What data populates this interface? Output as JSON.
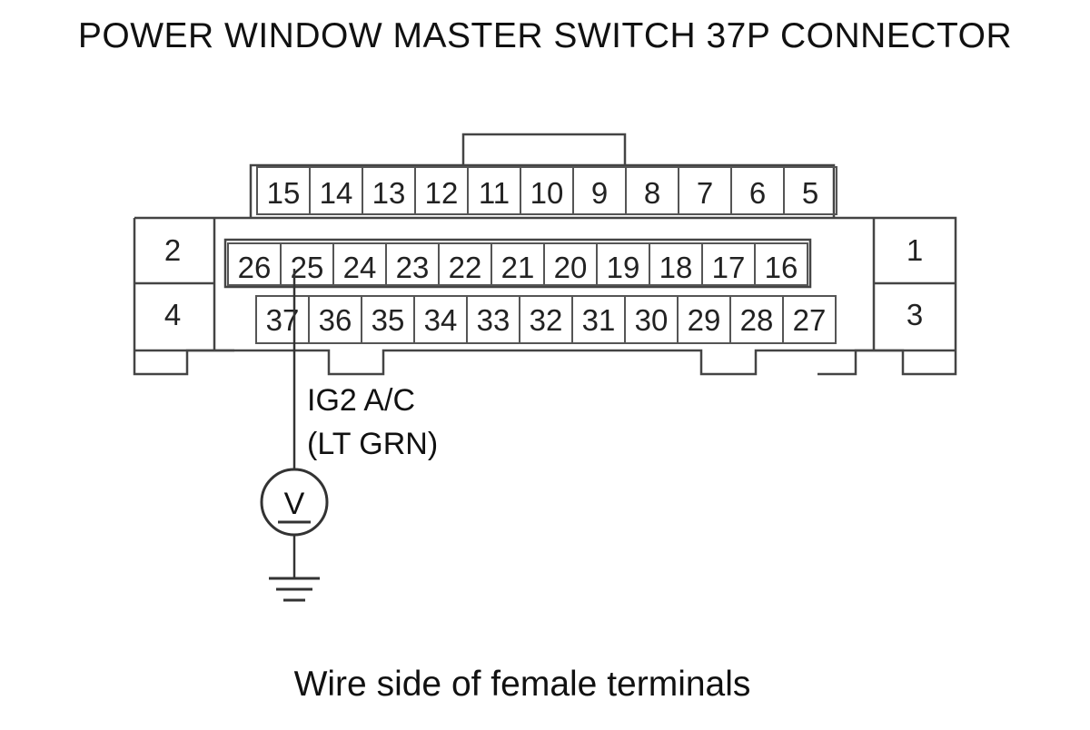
{
  "title": "POWER WINDOW MASTER SWITCH 37P CONNECTOR",
  "footer": "Wire side of female terminals",
  "connector": {
    "top_row": [
      "15",
      "14",
      "13",
      "12",
      "11",
      "10",
      "9",
      "8",
      "7",
      "6",
      "5"
    ],
    "middle_row": [
      "26",
      "25",
      "24",
      "23",
      "22",
      "21",
      "20",
      "19",
      "18",
      "17",
      "16"
    ],
    "bottom_row": [
      "37",
      "36",
      "35",
      "34",
      "33",
      "32",
      "31",
      "30",
      "29",
      "28",
      "27"
    ],
    "left_pins": [
      "2",
      "4"
    ],
    "right_pins": [
      "1",
      "3"
    ]
  },
  "probe": {
    "pin": "25",
    "signal": "IG2 A/C",
    "wire_color": "(LT GRN)",
    "meter_symbol": "V"
  },
  "colors": {
    "line": "#444444",
    "text": "#111111"
  }
}
